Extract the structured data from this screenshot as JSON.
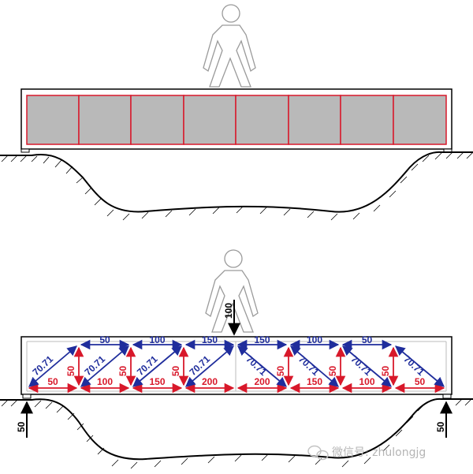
{
  "colors": {
    "tension": "#1f2d9c",
    "compression": "#d8182a",
    "panel_fill": "#b9b9b9",
    "ground": "#000000",
    "figure": "#9a9a9a",
    "watermark": "#b5b5b5"
  },
  "load": {
    "value": "100"
  },
  "reactions": {
    "left": "50",
    "right": "50"
  },
  "top_chords": [
    "50",
    "100",
    "150",
    "150",
    "100",
    "50"
  ],
  "bottom_chords": [
    "50",
    "100",
    "150",
    "200",
    "200",
    "150",
    "100",
    "50"
  ],
  "diagonals": [
    "70.71",
    "70.71",
    "70.71",
    "70.71",
    "70.71",
    "70.71",
    "70.71",
    "70.71"
  ],
  "verticals": [
    "50",
    "50",
    "50",
    "50",
    "50",
    "50"
  ],
  "watermark": {
    "text": "微信号: zhulongjg"
  },
  "icons": {
    "figure": "person-icon",
    "watermark": "wechat-logo-icon"
  }
}
